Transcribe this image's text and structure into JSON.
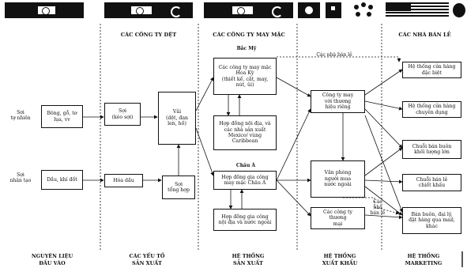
{
  "headers": {
    "textiles": "CÁC CÔNG TY DỆT",
    "apparel": "CÁC CÔNG TY MAY MẶC",
    "retail": "CÁC NHÀ BÁN LẺ"
  },
  "inputs": {
    "natural_label": "Sợi\ntự nhiên",
    "synthetic_label": "Sợi\nnhân tạo",
    "natural_box": "Bông, gỗ, tơ\nlụa, vv",
    "synthetic_box": "Dầu, khí đốt"
  },
  "production": {
    "spinning": "Sợi\n(kéo sợi)",
    "fabric": "Vải\n(dệt, đan\nlen, hồ)",
    "petrochem": "Hóa dầu",
    "synthetic_yarn": "Sợi\ntổng hợp"
  },
  "apparel": {
    "north_label": "Bắc Mỹ",
    "us_firms": "Các công ty may mặc\nHoa Kỳ\n(thiết kế, cắt, may,\nnút, ủi)",
    "domestic_contract": "Hợp đồng nội địa, và\ncác nhà sản xuất\nMexico/ vùng\nCaribbean",
    "asia_label": "Châu Á",
    "asia_contract": "Hợp đồng gia công\nmay mặc Châu Á",
    "foreign_contract": "Hợp đồng gia công\nnội địa và nước ngoài"
  },
  "export": {
    "branded": "Công ty may\nvới thương\nhiệu riêng",
    "buying_offices": "Văn phòng\nngười mua\nnước ngoài",
    "trading": "Các công ty\nthương\nmại",
    "retailers_top_label": "Các nhà bán lẻ",
    "retailers_mid_label": "Các nhà\nbán lẻ"
  },
  "retail": {
    "department": "Hệ thống cửa hàng\nđặc biệt",
    "specialty": "Hệ thống cửa hàng\nchuyên dụng",
    "mass": "Chuỗi bán buôn\nkhối lượng lớn",
    "discount": "Chuỗi bán lẻ\nchiết khấu",
    "other": "Bán buôn, đại lý,\nđặt hàng qua mail,\nkhác"
  },
  "footers": {
    "raw": "NGUYÊN LIỆU\nĐẦU VÀO",
    "components": "CÁC YẾU TỐ\nSẢN XUẤT",
    "production": "HỆ THỐNG\nSẢN XUẤT",
    "export": "HỆ THỐNG\nXUẤT KHẨU",
    "marketing": "HỆ THỐNG\nMARKETING"
  }
}
